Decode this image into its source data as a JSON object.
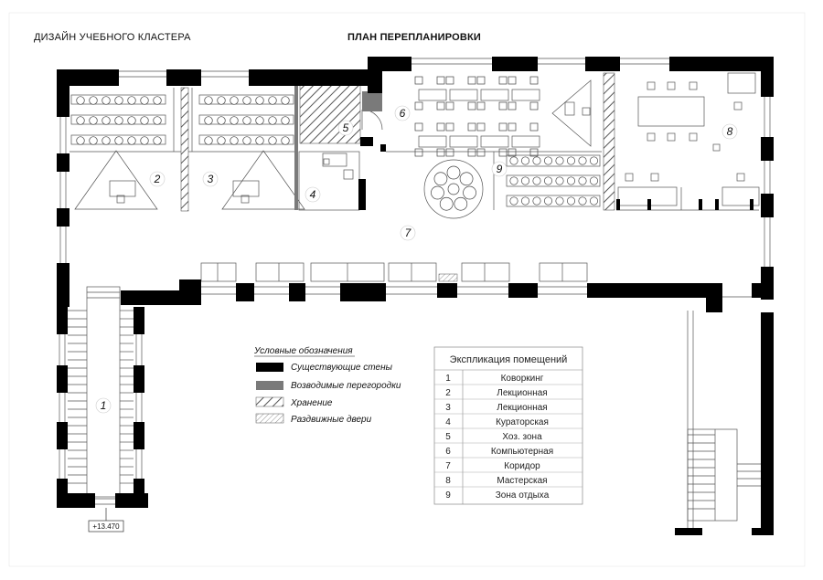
{
  "sheet": {
    "title_left": "ДИЗАЙН УЧЕБНОГО КЛАСТЕРА",
    "title_center": "ПЛАН ПЕРЕПЛАНИРОВКИ",
    "elevation_mark": "+13.470"
  },
  "room_numbers": [
    "1",
    "2",
    "3",
    "4",
    "5",
    "6",
    "7",
    "8",
    "9"
  ],
  "legend": {
    "title": "Условные обозначения",
    "items": [
      {
        "label": "Существующие стены",
        "swatch": "#000000"
      },
      {
        "label": "Возводимые перегородки",
        "swatch": "#7a7a7a"
      },
      {
        "label": "Хранение",
        "swatch": "hatch"
      },
      {
        "label": "Раздвижные двери",
        "swatch": "hatch-light"
      }
    ]
  },
  "explication": {
    "title": "Экспликация помещений",
    "rows": [
      {
        "n": "1",
        "name": "Коворкинг"
      },
      {
        "n": "2",
        "name": "Лекционная"
      },
      {
        "n": "3",
        "name": "Лекционная"
      },
      {
        "n": "4",
        "name": "Кураторская"
      },
      {
        "n": "5",
        "name": "Хоз. зона"
      },
      {
        "n": "6",
        "name": "Компьютерная"
      },
      {
        "n": "7",
        "name": "Коридор"
      },
      {
        "n": "8",
        "name": "Мастерская"
      },
      {
        "n": "9",
        "name": "Зона отдыха"
      }
    ]
  },
  "colors": {
    "wall": "#000000",
    "partition": "#7a7a7a",
    "line": "#333333",
    "faint": "#9a9a9a"
  }
}
